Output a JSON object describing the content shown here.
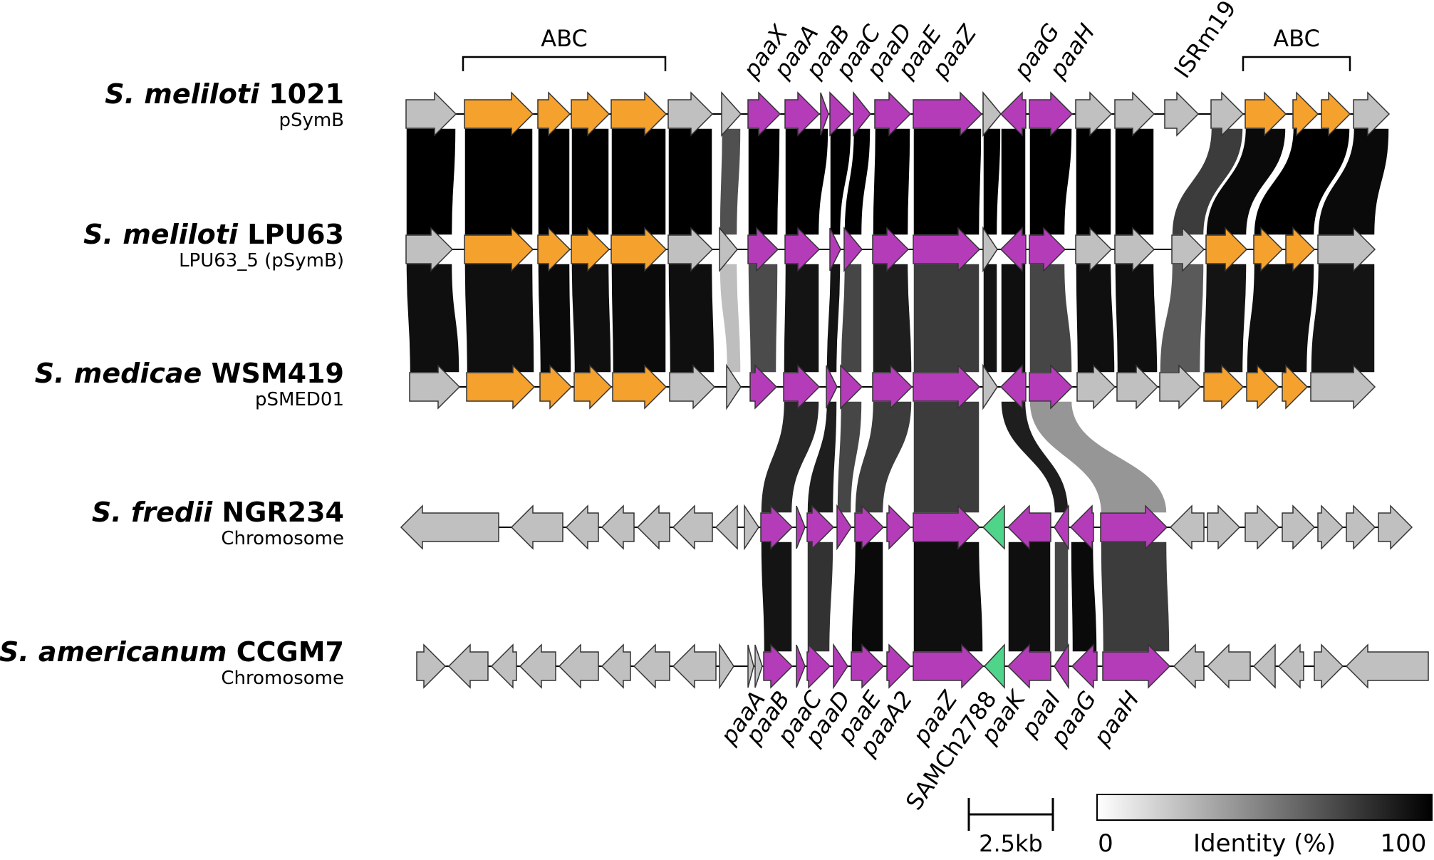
{
  "genomes": [
    {
      "species": "S. meliloti",
      "strain": "1021",
      "replicon": "pSymB"
    },
    {
      "species": "S. meliloti",
      "strain": "LPU63",
      "replicon": "LPU63_5 (pSymB)"
    },
    {
      "species": "S. medicae",
      "strain": "WSM419",
      "replicon": "pSMED01"
    },
    {
      "species": "S. fredii",
      "strain": "NGR234",
      "replicon": "Chromosome"
    },
    {
      "species": "S. americanum",
      "strain": "CCGM7",
      "replicon": "Chromosome"
    }
  ],
  "top_labels": {
    "abc_left": "ABC",
    "abc_right": "ABC",
    "paaX": "paaX",
    "paaA": "paaA",
    "paaB": "paaB",
    "paaC": "paaC",
    "paaD": "paaD",
    "paaE": "paaE",
    "paaZ": "paaZ",
    "paaG": "paaG",
    "paaH": "paaH",
    "ISRm19": "ISRm19"
  },
  "bottom_labels": {
    "paaA": "paaA",
    "paaB": "paaB",
    "paaC": "paaC",
    "paaD": "paaD",
    "paaE": "paaE",
    "paaA2": "paaA2",
    "paaZ": "paaZ",
    "SAMCh2788": "SAMCh2788",
    "paaK": "paaK",
    "paaI": "paaI",
    "paaG": "paaG",
    "paaH": "paaH"
  },
  "scale_bar": {
    "label": "2.5kb"
  },
  "identity_legend": {
    "title": "Identity (%)",
    "min": "0",
    "max": "100"
  },
  "colors": {
    "abc_transporter": "#f4a12e",
    "paa_gene": "#b43cb9",
    "samch_gene": "#4fd58a",
    "other_gene": "#c0c0c0",
    "outline": "#333333"
  }
}
